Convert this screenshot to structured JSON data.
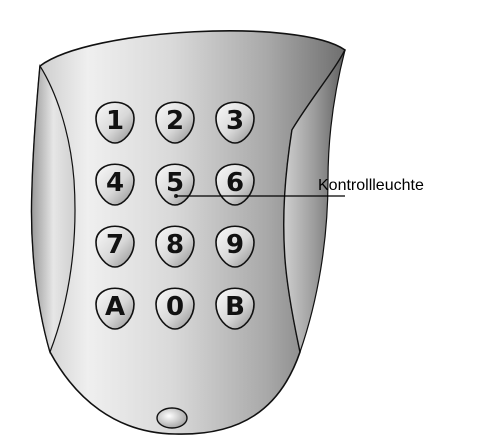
{
  "keypad": {
    "keys": [
      "1",
      "2",
      "3",
      "4",
      "5",
      "6",
      "7",
      "8",
      "9",
      "A",
      "0",
      "B"
    ]
  },
  "callout": {
    "label": "Kontrollleuchte"
  },
  "colors": {
    "housing_light": "#f4f4f4",
    "housing_mid": "#c8c8c8",
    "housing_dark": "#7a7a7a",
    "key_light": "#f2f2f2",
    "key_dark": "#8c8c8c",
    "outline": "#111111"
  }
}
